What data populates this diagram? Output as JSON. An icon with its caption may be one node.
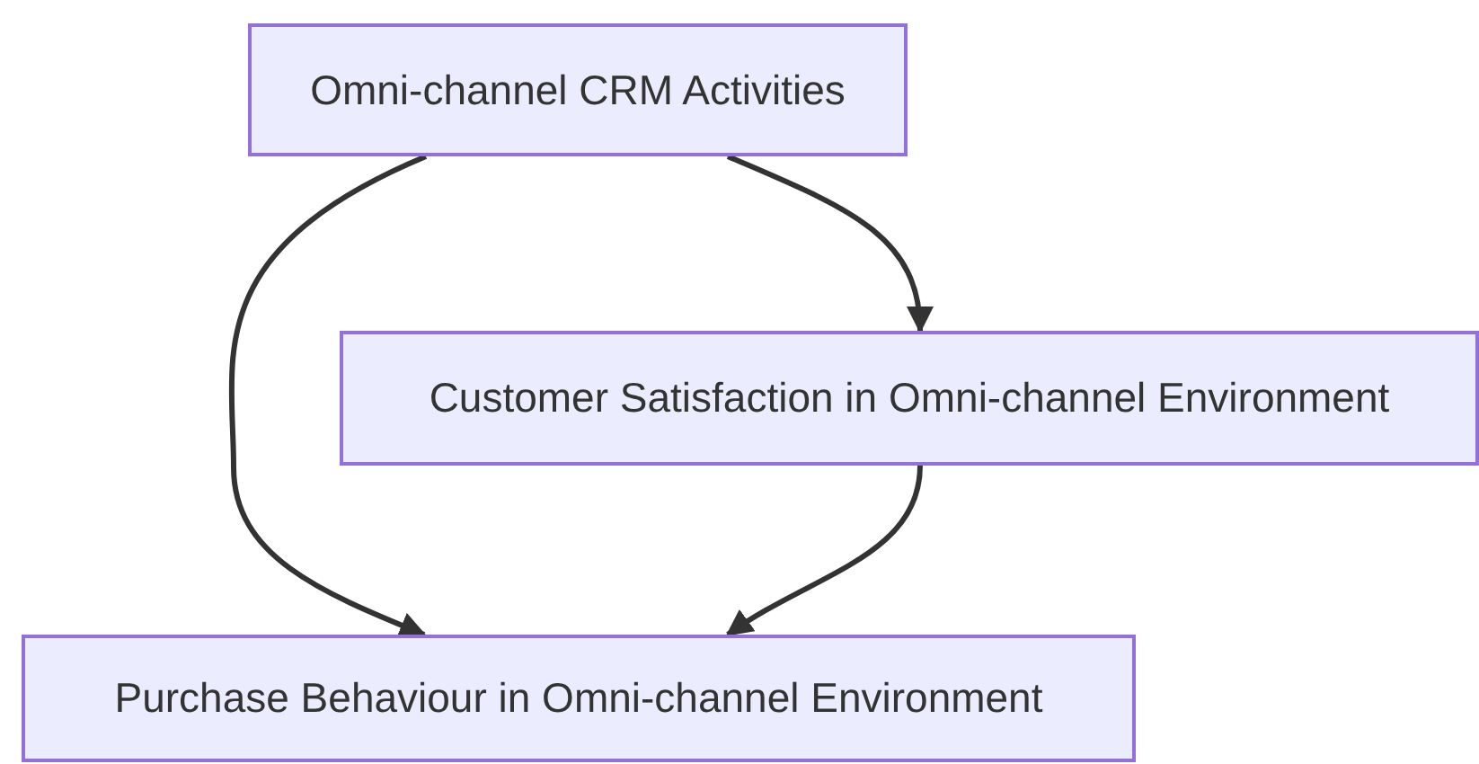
{
  "diagram": {
    "nodes": [
      {
        "text": [
          "Omni-channel CRM Activities"
        ]
      },
      {
        "text": [
          "Customer Satisfaction in Omni-channel Environment"
        ]
      },
      {
        "text": [
          "Purchase Behaviour in Omni-channel Environment"
        ]
      }
    ],
    "edges": [
      {
        "from": 0,
        "to": 1,
        "arrow": "to"
      },
      {
        "from": 0,
        "to": 2,
        "arrow": "to"
      },
      {
        "from": 1,
        "to": 2,
        "arrow": "to"
      }
    ]
  }
}
